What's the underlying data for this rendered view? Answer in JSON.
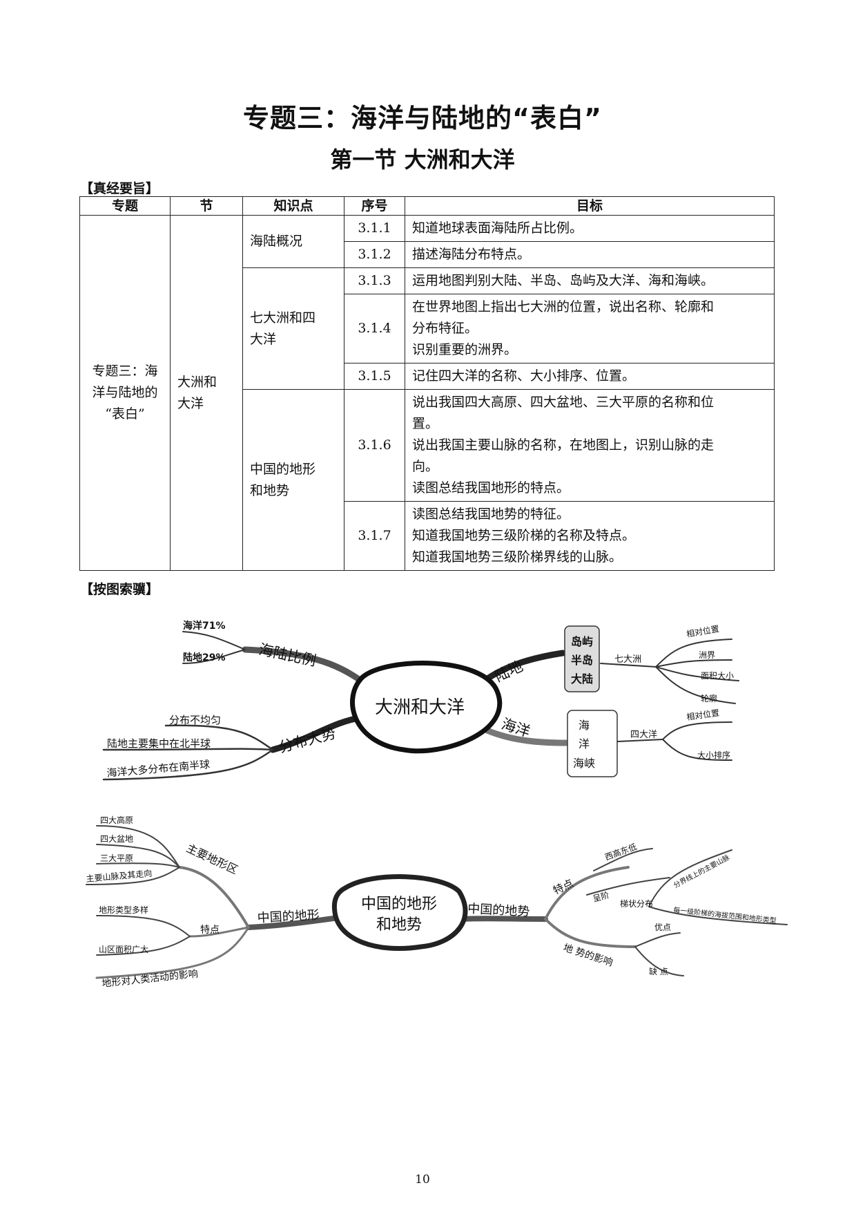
{
  "header": {
    "main_title": "专题三：海洋与陆地的“表白”",
    "sub_title": "第一节  大洲和大洋"
  },
  "section_standards": "【真经要旨】",
  "table": {
    "headers": [
      "专题",
      "节",
      "知识点",
      "序号",
      "目标"
    ],
    "topic": [
      "专题三：海",
      "洋与陆地的",
      "“表白”"
    ],
    "section": [
      "大洲和",
      "大洋"
    ],
    "groups": [
      {
        "knowledge": [
          "海陆概况"
        ],
        "rows": [
          {
            "code": "3.1.1",
            "goals": [
              "知道地球表面海陆所占比例。"
            ]
          },
          {
            "code": "3.1.2",
            "goals": [
              "描述海陆分布特点。"
            ]
          }
        ]
      },
      {
        "knowledge": [
          "七大洲和四",
          "大洋"
        ],
        "rows": [
          {
            "code": "3.1.3",
            "goals": [
              "运用地图判别大陆、半岛、岛屿及大洋、海和海峡。"
            ]
          },
          {
            "code": "3.1.4",
            "goals": [
              "在世界地图上指出七大洲的位置，说出名称、轮廓和",
              "分布特征。",
              "识别重要的洲界。"
            ]
          },
          {
            "code": "3.1.5",
            "goals": [
              "记住四大洋的名称、大小排序、位置。"
            ]
          }
        ]
      },
      {
        "knowledge": [
          "中国的地形",
          "和地势"
        ],
        "rows": [
          {
            "code": "3.1.6",
            "goals": [
              "说出我国四大高原、四大盆地、三大平原的名称和位",
              "置。",
              "说出我国主要山脉的名称，在地图上，识别山脉的走",
              "向。",
              "读图总结我国地形的特点。"
            ]
          },
          {
            "code": "3.1.7",
            "goals": [
              "读图总结我国地势的特征。",
              "知道我国地势三级阶梯的名称及特点。",
              "知道我国地势三级阶梯界线的山脉。"
            ]
          }
        ]
      }
    ]
  },
  "section_mindmap": "【按图索骥】",
  "mindmap1": {
    "center": "大洲和大洋",
    "b1": "海陆比例",
    "b1_l1": "海洋71%",
    "b1_l2": "陆地29%",
    "b2": "分布大势",
    "b2_l1": "分布不均匀",
    "b2_l2": "陆地主要集中在北半球",
    "b2_l3": "海洋大多分布在南半球",
    "b3": "陆地",
    "b3_box": [
      "岛屿",
      "半岛",
      "大陆"
    ],
    "b3_sub": "七大洲",
    "b3_l1": "相对位置",
    "b3_l2": "洲界",
    "b3_l3": "面积大小",
    "b3_l4": "轮廓",
    "b4": "海洋",
    "b4_box": [
      "海",
      "洋",
      "海峡"
    ],
    "b4_sub": "四大洋",
    "b4_l1": "相对位置",
    "b4_l2": "大小排序"
  },
  "mindmap2": {
    "center": [
      "中国的地形",
      "和地势"
    ],
    "left": "中国的地形",
    "l_b1": "主要地形区",
    "l_b1_1": "四大高原",
    "l_b1_2": "四大盆地",
    "l_b1_3": "三大平原",
    "l_b1_4": "主要山脉及其走向",
    "l_b2": "特点",
    "l_b2_1": "地形类型多样",
    "l_b2_2": "山区面积广大",
    "l_b3": "地形对人类活动的影响",
    "right": "中国的地势",
    "r_b1": "特点",
    "r_b1_1": "西高东低",
    "r_b1_2": "呈阶",
    "r_b1_3": "梯状分布",
    "r_b1_3a": "分界线上的主要山脉",
    "r_b1_3b": "每一级阶梯的海拔范围和地形类型",
    "r_b2": "地 势的影响",
    "r_b2_1": "优点",
    "r_b2_2": "缺 点"
  },
  "page_number": "10"
}
